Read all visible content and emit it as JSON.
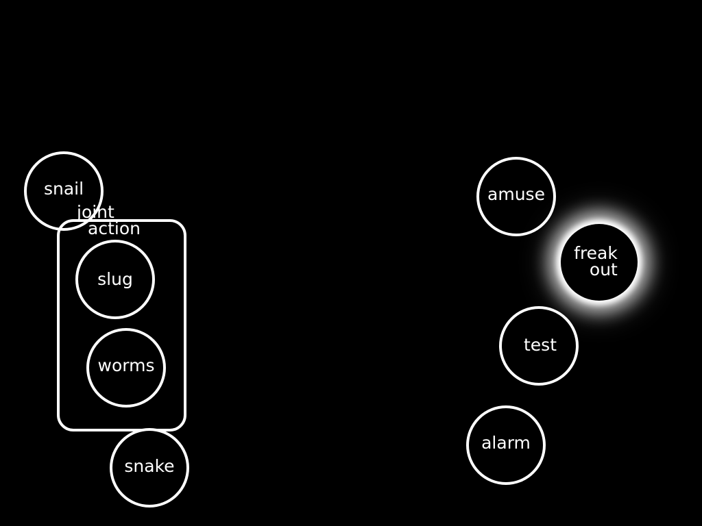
{
  "canvas": {
    "background": "#000000",
    "foreground": "#ffffff"
  },
  "left_cluster": {
    "nodes": {
      "snail": "snail",
      "snake": "snake"
    },
    "group": {
      "label_line1": "joint",
      "label_line2": "action",
      "members": {
        "slug": "slug",
        "worms": "worms"
      }
    }
  },
  "right_cluster": {
    "nodes": {
      "amuse": "amuse",
      "freak_out_line1": "freak",
      "freak_out_line2": "out",
      "test": "test",
      "alarm": "alarm"
    },
    "selected": "freak out"
  }
}
